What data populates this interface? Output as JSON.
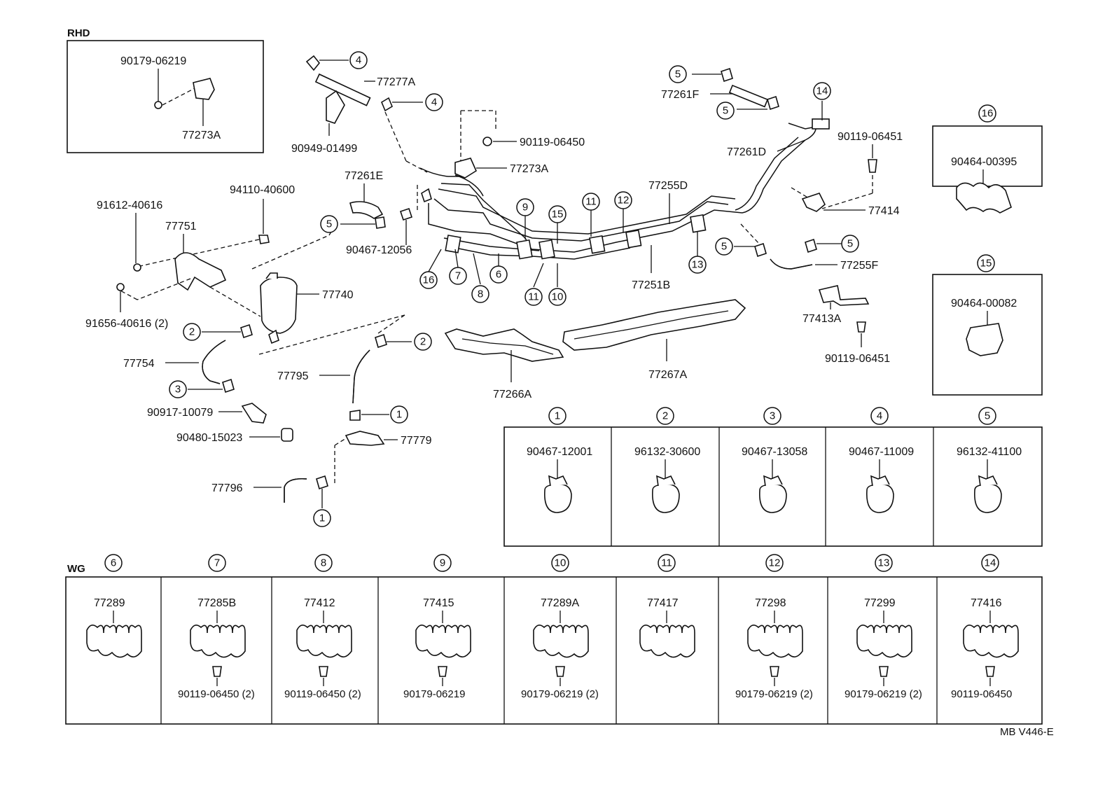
{
  "sections": {
    "rhd": "RHD",
    "wg": "WG"
  },
  "drawing_code": "MB V446-E",
  "callouts": [
    "1",
    "2",
    "3",
    "4",
    "5",
    "6",
    "7",
    "8",
    "9",
    "10",
    "11",
    "12",
    "13",
    "14",
    "15",
    "16"
  ],
  "main_labels": {
    "p77277A": "77277A",
    "p90949_01499": "90949-01499",
    "p90119_06450": "90119-06450",
    "p77273A": "77273A",
    "p77261E": "77261E",
    "p94110_40600": "94110-40600",
    "p91612_40616": "91612-40616",
    "p77751": "77751",
    "p90467_12056": "90467-12056",
    "p77740": "77740",
    "p91656_40616": "91656-40616 (2)",
    "p77754": "77754",
    "p77795": "77795",
    "p90917_10079": "90917-10079",
    "p90480_15023": "90480-15023",
    "p77779": "77779",
    "p77796": "77796",
    "p77266A": "77266A",
    "p77267A": "77267A",
    "p77251B": "77251B",
    "p77255D": "77255D",
    "p77261F": "77261F",
    "p77261D": "77261D",
    "p90119_06451a": "90119-06451",
    "p77414": "77414",
    "p77255F": "77255F",
    "p77413A": "77413A",
    "p90119_06451b": "90119-06451"
  },
  "rhd_box": {
    "bolt": "90179-06219",
    "clamp": "77273A"
  },
  "box16": {
    "part": "90464-00395"
  },
  "box15": {
    "part": "90464-00082"
  },
  "clip_row": [
    {
      "num": "1",
      "part": "90467-12001"
    },
    {
      "num": "2",
      "part": "96132-30600"
    },
    {
      "num": "3",
      "part": "90467-13058"
    },
    {
      "num": "4",
      "part": "90467-11009"
    },
    {
      "num": "5",
      "part": "96132-41100"
    }
  ],
  "clamp_row": [
    {
      "num": "6",
      "part": "77289",
      "bolt": ""
    },
    {
      "num": "7",
      "part": "77285B",
      "bolt": "90119-06450 (2)"
    },
    {
      "num": "8",
      "part": "77412",
      "bolt": "90119-06450 (2)"
    },
    {
      "num": "9",
      "part": "77415",
      "bolt": "90179-06219"
    },
    {
      "num": "10",
      "part": "77289A",
      "bolt": "90179-06219 (2)"
    },
    {
      "num": "11",
      "part": "77417",
      "bolt": ""
    },
    {
      "num": "12",
      "part": "77298",
      "bolt": "90179-06219 (2)"
    },
    {
      "num": "13",
      "part": "77299",
      "bolt": "90179-06219 (2)"
    },
    {
      "num": "14",
      "part": "77416",
      "bolt": "90119-06450"
    }
  ]
}
